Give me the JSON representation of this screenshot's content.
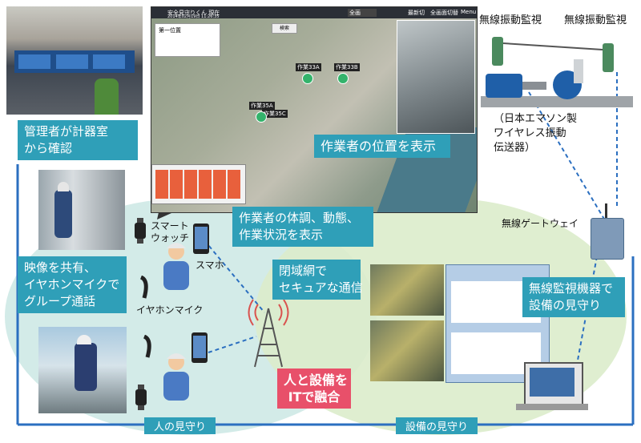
{
  "callouts": {
    "manager": [
      "管理者が計器室",
      "から確認"
    ],
    "location": "作業者の位置を表示",
    "condition": [
      "作業者の体調、動態、",
      "作業状況を表示"
    ],
    "video": [
      "映像を共有、",
      "イヤホンマイクで",
      "グループ通話"
    ],
    "network": [
      "閉域網で",
      "セキュアな通信"
    ],
    "wireless": [
      "無線監視機器で",
      "設備の見守り"
    ],
    "fusion": [
      "人と設備を",
      "ITで融合"
    ]
  },
  "labels": {
    "smartwatch": [
      "スマート",
      "ウォッチ"
    ],
    "smartphone": "スマホ",
    "earphone": "イヤホンマイク",
    "vibration_left": "無線振動監視",
    "vibration_right": "無線振動監視",
    "transmitter": [
      "（日本エマソン製",
      "ワイヤレス振動",
      "伝送器）"
    ],
    "gateway": "無線ゲートウェイ"
  },
  "bars": {
    "people": "人の見守り",
    "equipment": "設備の見守り"
  },
  "map": {
    "app_title": "安全見守りくん 現在",
    "datetime": "2014年02月19日 11:26:35",
    "select": "全画",
    "buttons": [
      "最新切",
      "全画面切替",
      "Menu"
    ],
    "tags": [
      "作業33A",
      "作業33B",
      "作業35A",
      "作業35C"
    ],
    "panel_title": "第一位置",
    "panel_search": "検索"
  },
  "colors": {
    "callout": "#2f9fb8",
    "fusion": "#e8506a",
    "people_zone": "#d3ebe8",
    "equipment_zone": "#dceccb",
    "network_line": "#2b6fc0"
  }
}
